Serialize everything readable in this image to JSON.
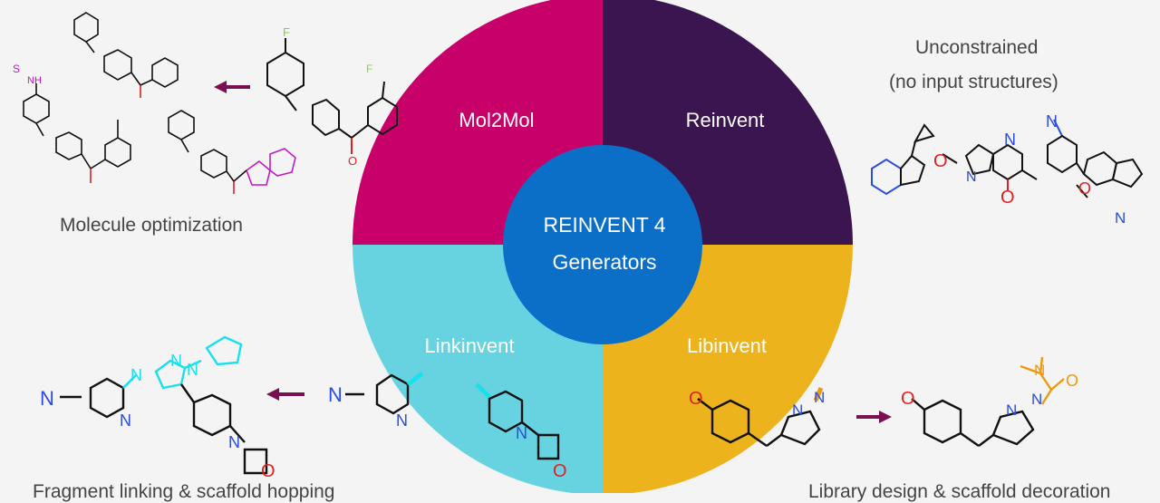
{
  "center": {
    "line1": "REINVENT 4",
    "line2": "Generators"
  },
  "quadrants": {
    "mol2mol": {
      "label": "Mol2Mol",
      "color": "#c8006a"
    },
    "reinvent": {
      "label": "Reinvent",
      "color": "#3b1550"
    },
    "linkinvent": {
      "label": "Linkinvent",
      "color": "#68d3e0"
    },
    "libinvent": {
      "label": "Libinvent",
      "color": "#ecb31c"
    }
  },
  "center_color": "#0b6fc7",
  "captions": {
    "unconstrained_1": "Unconstrained",
    "unconstrained_2": "(no input structures)",
    "molecule_optimization": "Molecule optimization",
    "fragment_linking": "Fragment linking & scaffold hopping",
    "library_design": "Library design & scaffold decoration"
  },
  "arrow_color": "#7a1050",
  "atoms": {
    "F": "F",
    "N": "N",
    "O": "O",
    "S": "S",
    "NH": "NH",
    "CF3": "F",
    "H": "H"
  },
  "atom_colors": {
    "F": "#8ccf3a",
    "N": "#2c4bdf",
    "O": "#e02020",
    "S": "#c418c4",
    "cyan": "#18e0ef",
    "orange": "#ee9a10"
  }
}
